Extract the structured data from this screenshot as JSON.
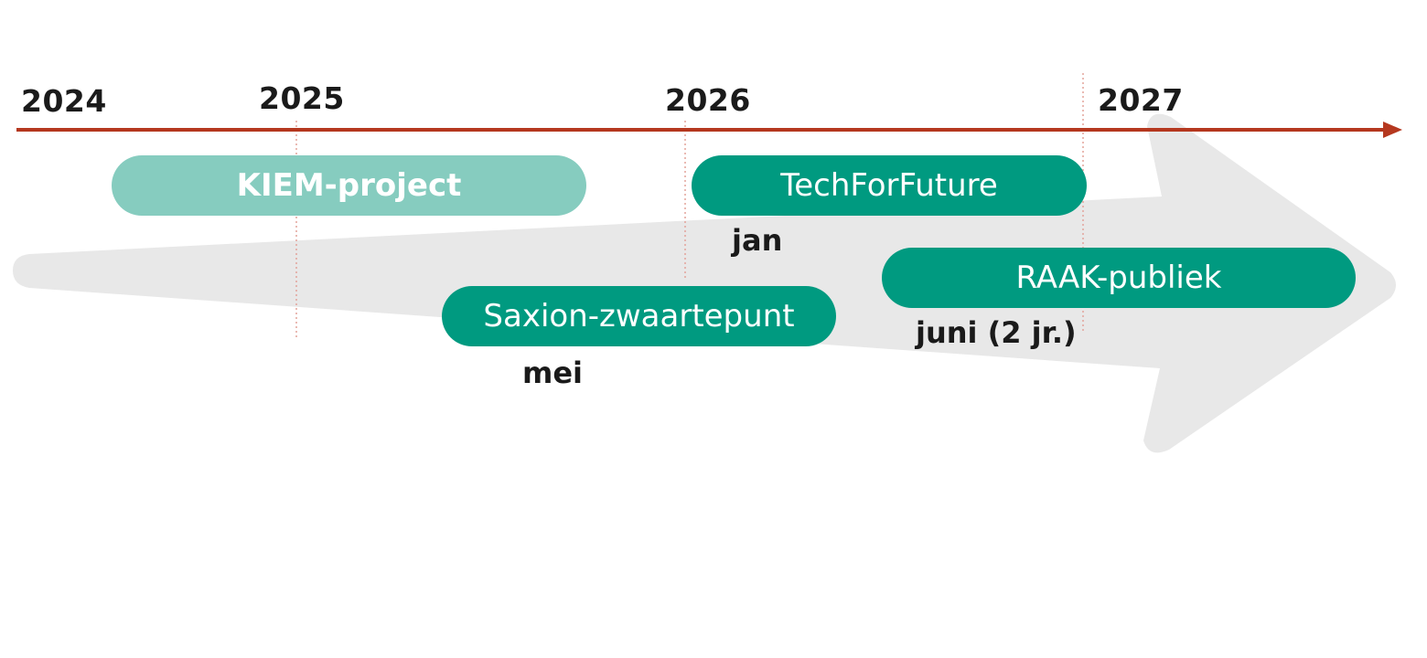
{
  "colors": {
    "axis": "#b5381f",
    "arrow_bg": "#e8e8e8",
    "guide": "#e3a39a",
    "pill_light": "#86ccbf",
    "pill_dark": "#009a80",
    "text_dark": "#1a1a1a",
    "text_light": "#ffffff"
  },
  "timeline": {
    "years": [
      "2024",
      "2025",
      "2026",
      "2027"
    ]
  },
  "projects": [
    {
      "label": "KIEM-project",
      "style": "light",
      "note": ""
    },
    {
      "label": "TechForFuture",
      "style": "dark",
      "note": "jan"
    },
    {
      "label": "Saxion-zwaartepunt",
      "style": "dark",
      "note": "mei"
    },
    {
      "label": "RAAK-publiek",
      "style": "dark",
      "note": "juni (2 jr.)"
    }
  ]
}
